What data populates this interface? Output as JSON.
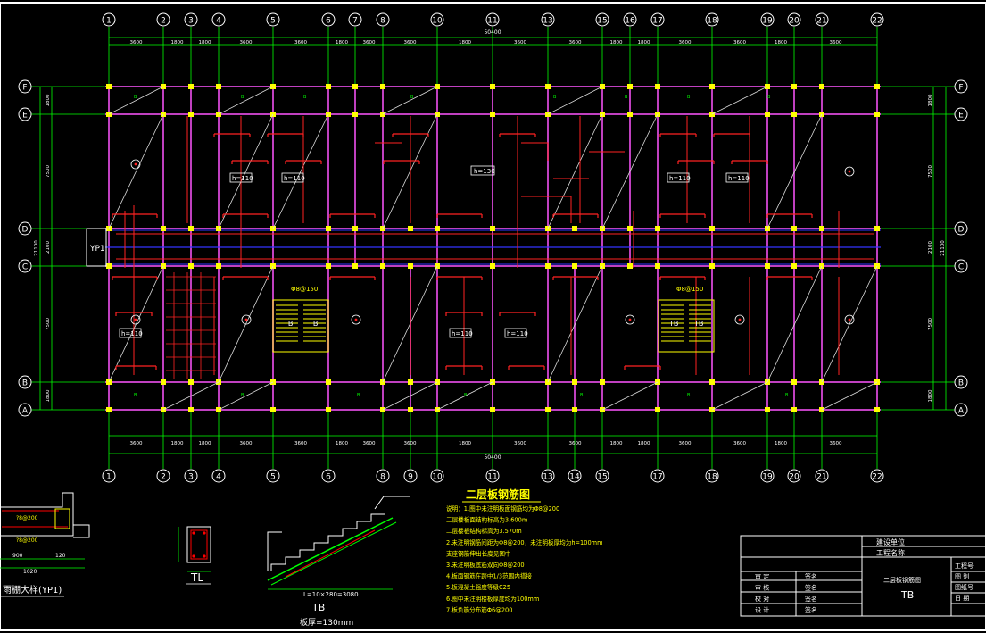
{
  "drawing": {
    "axis_numbers_top": [
      "1",
      "2",
      "3",
      "4",
      "5",
      "6",
      "7",
      "8",
      "10",
      "11",
      "13",
      "15",
      "16",
      "17",
      "18",
      "19",
      "20",
      "21",
      "22"
    ],
    "axis_numbers_bottom": [
      "1",
      "2",
      "3",
      "4",
      "5",
      "6",
      "8",
      "9",
      "10",
      "11",
      "13",
      "14",
      "15",
      "17",
      "18",
      "19",
      "20",
      "21",
      "22"
    ],
    "axis_letters_left": [
      "F",
      "E",
      "D",
      "C",
      "B",
      "A"
    ],
    "axis_letters_right": [
      "F",
      "E",
      "D",
      "C",
      "B",
      "A"
    ],
    "top_dims": [
      "3600",
      "1800",
      "1800",
      "3600",
      "3600",
      "1800",
      "3600",
      "3600",
      "1800",
      "3600",
      "3600",
      "1800",
      "1800",
      "3600",
      "3600",
      "1800",
      "3600"
    ],
    "bottom_dims": [
      "3600",
      "1800",
      "1800",
      "3600",
      "3600",
      "1800",
      "3600",
      "3600",
      "1800",
      "3600",
      "3600",
      "1800",
      "1800",
      "3600",
      "3600",
      "1800",
      "3600"
    ],
    "overall_dim": "50400",
    "left_dims": [
      "1800",
      "7500",
      "2100",
      "7500",
      "1800"
    ],
    "left_overall": "21100",
    "right_dims": [
      "1800",
      "7500",
      "2100",
      "7500",
      "1800"
    ],
    "right_overall": "21100",
    "yp1_label": "YP1",
    "tb_labels": [
      "TB",
      "TB",
      "TB",
      "TB"
    ],
    "slab_tags": [
      "h=110",
      "h=110",
      "h=130",
      "h=110",
      "h=110",
      "h=110",
      "h=110",
      "h=110"
    ],
    "rebar_notes": [
      "Φ8@150",
      "Φ8@150"
    ]
  },
  "title": {
    "main": "二层板钢筋图",
    "notes": [
      "说明：1.图中未注明板面钢筋均为Φ8@200",
      "二层楼板面结构标高为3.600m",
      "二层楼板结构标高为3.570m",
      "2.未注明钢筋间距为Φ8@200，未注明板厚均为h=100mm",
      "支座钢筋伸出长度见图中",
      "3.未注明板底筋双向Φ8@200",
      "4.板面钢筋在跨中1/3范围内搭接",
      "5.板混凝土强度等级C25",
      "6.图中未注明楼板厚度均为100mm",
      "7.板负筋分布筋Φ6@200"
    ]
  },
  "details": {
    "canopy_label": "雨棚大样(YP1)",
    "canopy_dims": [
      "900",
      "120",
      "1020"
    ],
    "tl_label": "TL",
    "tb_label": "TB",
    "tb_note": "板厚=130mm",
    "tb_span": "L=10×280=3080"
  },
  "titleblock": {
    "company": "建设单位",
    "project": "工程名称",
    "drawing_name": "二层板钢筋图",
    "drawing_no": "TB",
    "rows": [
      "审 定",
      "审 核",
      "校 对",
      "设 计"
    ],
    "sign": [
      "签名",
      "签名",
      "签名",
      "签名"
    ],
    "right_labels": [
      "工程号",
      "图 别",
      "图纸号",
      "日 期"
    ]
  }
}
